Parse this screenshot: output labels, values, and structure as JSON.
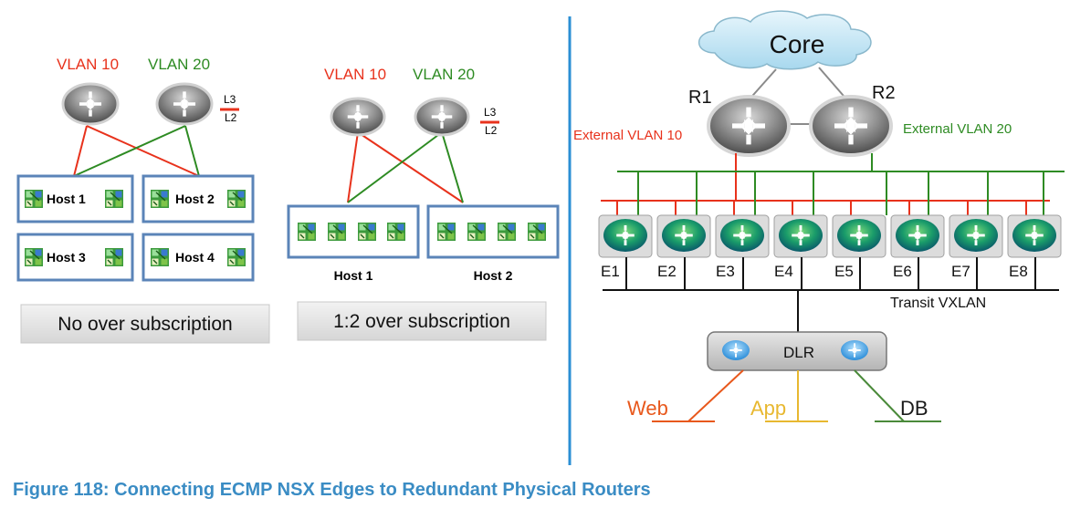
{
  "left_panel": {
    "vlan10": "VLAN 10",
    "vlan20": "VLAN 20",
    "l3": "L3",
    "l2": "L2",
    "hosts": [
      "Host 1",
      "Host 2",
      "Host 3",
      "Host 4"
    ],
    "caption": "No over subscription"
  },
  "middle_panel": {
    "vlan10": "VLAN 10",
    "vlan20": "VLAN 20",
    "l3": "L3",
    "l2": "L2",
    "hosts": [
      "Host 1",
      "Host 2"
    ],
    "caption": "1:2 over subscription"
  },
  "right_panel": {
    "core": "Core",
    "r1": "R1",
    "r2": "R2",
    "ext_vlan10": "External VLAN 10",
    "ext_vlan20": "External VLAN 20",
    "edges": [
      "E1",
      "E2",
      "E3",
      "E4",
      "E5",
      "E6",
      "E7",
      "E8"
    ],
    "transit": "Transit VXLAN",
    "dlr": "DLR",
    "web": "Web",
    "app": "App",
    "db": "DB"
  },
  "figure_caption": "Figure 118:  Connecting ECMP NSX Edges to Redundant Physical Routers",
  "colors": {
    "red": "#e8321c",
    "green": "#2e8b23",
    "blue_border": "#5b84b8",
    "divider": "#2b8fd4",
    "caption": "#3a8cc4",
    "web": "#e8581c",
    "app": "#e8b830",
    "db": "#4a8a3a"
  }
}
